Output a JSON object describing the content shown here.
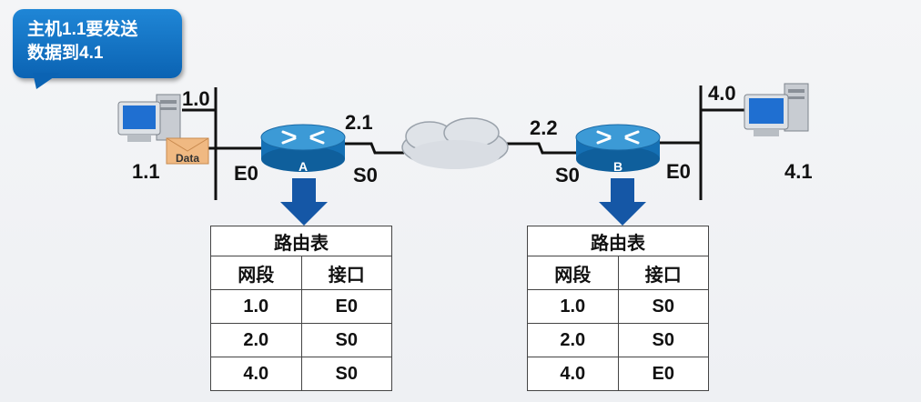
{
  "callout": {
    "text": "主机1.1要发送\n数据到4.1"
  },
  "hostA": {
    "net_label": "1.0",
    "host_label": "1.1",
    "data_tag": "Data"
  },
  "hostB": {
    "net_label": "4.0",
    "host_label": "4.1"
  },
  "routerA": {
    "name": "A",
    "e0_label": "E0",
    "s0_label": "S0",
    "s0_addr": "2.1"
  },
  "routerB": {
    "name": "B",
    "e0_label": "E0",
    "s0_label": "S0",
    "s0_addr": "2.2"
  },
  "tableA": {
    "title": "路由表",
    "headers": [
      "网段",
      "接口"
    ],
    "rows": [
      [
        "1.0",
        "E0"
      ],
      [
        "2.0",
        "S0"
      ],
      [
        "4.0",
        "S0"
      ]
    ]
  },
  "tableB": {
    "title": "路由表",
    "headers": [
      "网段",
      "接口"
    ],
    "rows": [
      [
        "1.0",
        "S0"
      ],
      [
        "2.0",
        "S0"
      ],
      [
        "4.0",
        "E0"
      ]
    ]
  },
  "colors": {
    "callout": "#0b63b3",
    "router": "#1a7fc4",
    "arrow": "#1557a6"
  }
}
